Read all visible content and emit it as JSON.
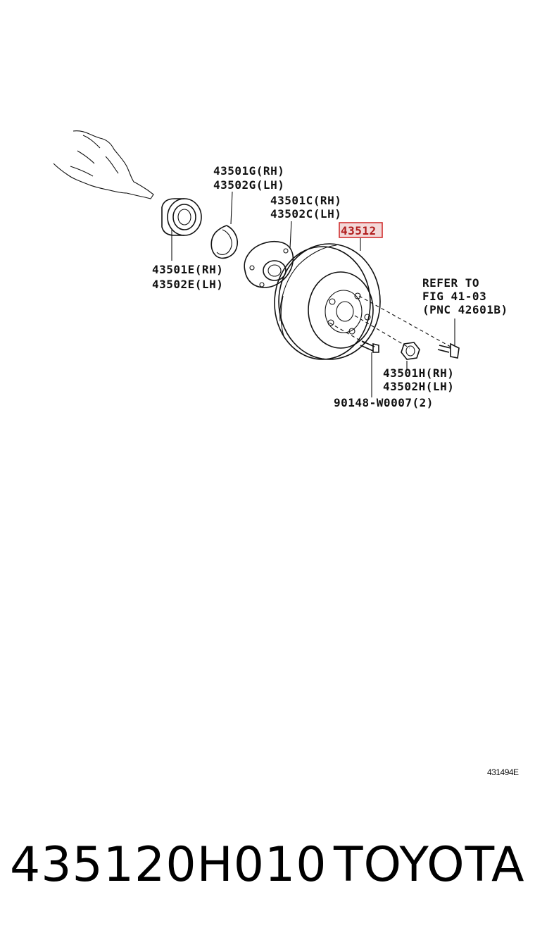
{
  "labels": {
    "g_rh": "43501G(RH)",
    "g_lh": "43502G(LH)",
    "c_rh": "43501C(RH)",
    "c_lh": "43502C(LH)",
    "highlight": "43512",
    "e_rh": "43501E(RH)",
    "e_lh": "43502E(LH)",
    "refer1": "REFER TO",
    "refer2": "FIG 41-03",
    "refer3": "(PNC 42601B)",
    "h_rh": "43501H(RH)",
    "h_lh": "43502H(LH)",
    "bolt": "90148-W0007(2)"
  },
  "figure_code": "431494E",
  "footer": {
    "part_number": "435120H010",
    "brand": "TOYOTA"
  },
  "colors": {
    "highlight_border": "#d03030",
    "highlight_fill": "#f3d9d9"
  }
}
